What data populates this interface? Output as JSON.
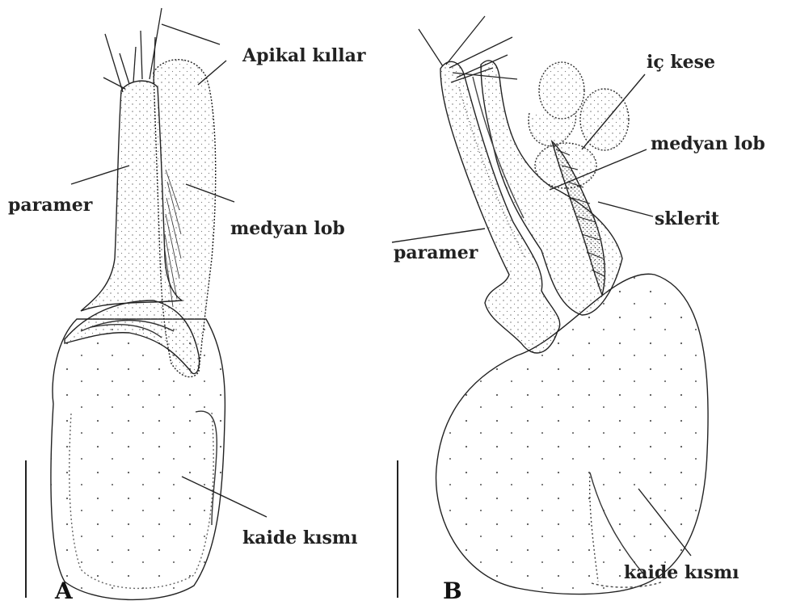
{
  "figure": {
    "panel_a": {
      "letter": "A",
      "labels": {
        "apical_setae": "Apikal kıllar",
        "paramere": "paramer",
        "median_lobe": "medyan lob",
        "basal_piece": "kaide kısmı"
      }
    },
    "panel_b": {
      "letter": "B",
      "labels": {
        "internal_sac": "iç kese",
        "median_lobe": "medyan lob",
        "sclerite": "sklerit",
        "paramere": "paramer",
        "basal_piece": "kaide kısmı"
      }
    },
    "colors": {
      "ink": "#222222",
      "background": "#ffffff",
      "stipple": "#555555"
    }
  }
}
